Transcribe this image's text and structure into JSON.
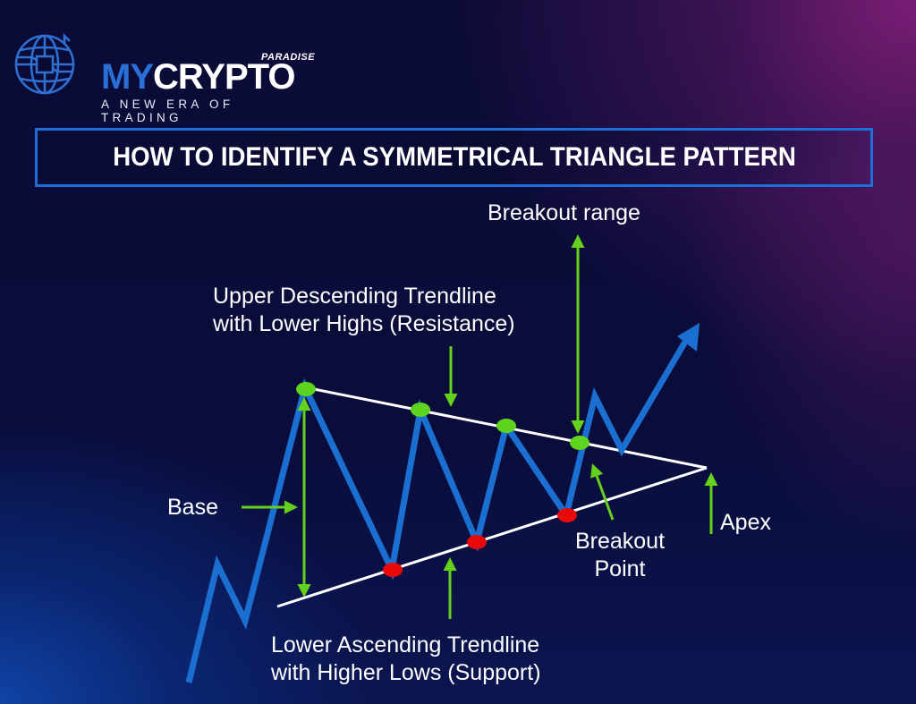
{
  "brand": {
    "name_part1": "MY",
    "name_part2": "CRYPTO",
    "superscript": "PARADISE",
    "tagline": "A NEW ERA OF TRADING",
    "logo_icon": "globe-circuit-icon",
    "colors": {
      "primary_blue": "#2a6fd6",
      "white": "#ffffff"
    }
  },
  "title": "HOW TO IDENTIFY A SYMMETRICAL TRIANGLE PATTERN",
  "labels": {
    "breakout_range": "Breakout range",
    "upper_line1": "Upper Descending Trendline",
    "upper_line2": "with Lower Highs (Resistance)",
    "base": "Base",
    "apex": "Apex",
    "breakout_point_line1": "Breakout",
    "breakout_point_line2": "Point",
    "lower_line1": "Lower Ascending Trendline",
    "lower_line2": "with Higher Lows (Support)"
  },
  "colors": {
    "price_line": "#1a6fd0",
    "trendline": "#ffffff",
    "highs_marker": "#5fd41e",
    "lows_marker": "#e80a0a",
    "annotation_arrow": "#66d11c",
    "title_border": "#1c6fd8"
  },
  "chart_data": {
    "type": "line",
    "title": "HOW TO IDENTIFY A SYMMETRICAL TRIANGLE PATTERN",
    "xlabel": "",
    "ylabel": "",
    "grid": false,
    "legend": null,
    "note": "Schematic diagram, no axes; coordinates are pixel positions (y grows downward).",
    "price_path": [
      [
        211,
        763
      ],
      [
        243,
        631
      ],
      [
        274,
        694
      ],
      [
        341,
        433
      ],
      [
        438,
        637
      ],
      [
        470,
        458
      ],
      [
        533,
        606
      ],
      [
        566,
        476
      ],
      [
        633,
        576
      ],
      [
        665,
        443
      ],
      [
        695,
        503
      ],
      [
        775,
        368
      ]
    ],
    "upper_trendline": {
      "from": [
        341,
        433
      ],
      "to": [
        790,
        523
      ],
      "label": "Upper Descending Trendline with Lower Highs (Resistance)"
    },
    "lower_trendline": {
      "from": [
        310,
        678
      ],
      "to": [
        790,
        523
      ],
      "label": "Lower Ascending Trendline with Higher Lows (Support)"
    },
    "highs": [
      [
        341,
        433
      ],
      [
        470,
        458
      ],
      [
        566,
        476
      ],
      [
        648,
        495
      ]
    ],
    "lows": [
      [
        438,
        637
      ],
      [
        533,
        606
      ],
      [
        633,
        576
      ]
    ],
    "apex": [
      790,
      523
    ],
    "breakout_point": [
      648,
      495
    ],
    "annotations": [
      "Breakout range",
      "Base",
      "Apex",
      "Breakout Point"
    ]
  }
}
